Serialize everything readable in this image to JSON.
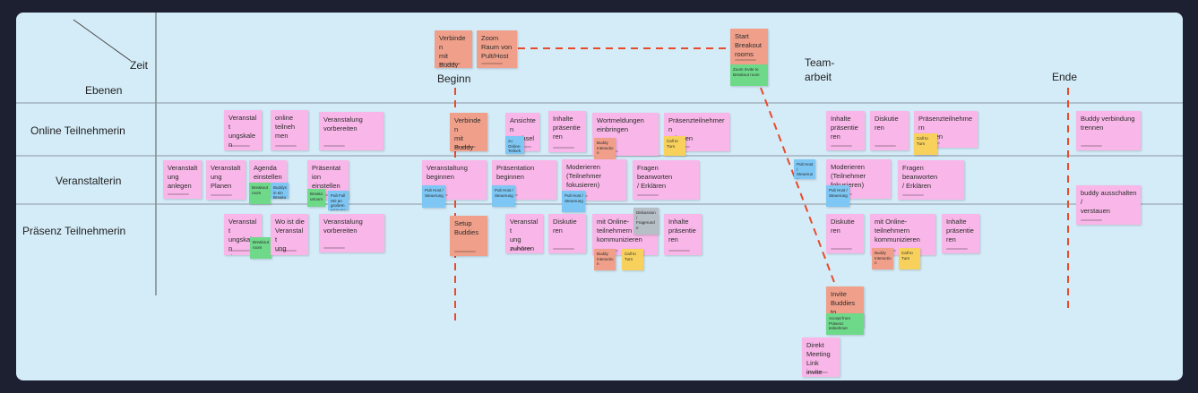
{
  "header": {
    "zeit": "Zeit",
    "ebenen": "Ebenen"
  },
  "lanes": [
    "Online Teilnehmerin",
    "Veranstalterin",
    "Präsenz Teilnehmerin"
  ],
  "phases": [
    "Beginn",
    "Team-\narbeit",
    "Ende"
  ],
  "notes": [
    {
      "t": "Verbinden\nmit Buddy",
      "c": "red",
      "s": false
    },
    {
      "t": "Zoom\nRaum von\nPult/Host",
      "c": "red",
      "s": false
    },
    {
      "t": "Start\nBreakout\nrooms",
      "c": "red",
      "s": false
    },
    {
      "t": "Zoom Invite to\nBreakout room",
      "c": "green",
      "s": true
    },
    {
      "t": "Veranstalt\nungskalen\nder",
      "c": "pink",
      "s": false
    },
    {
      "t": "online\nteilneh\nmen",
      "c": "pink",
      "s": false
    },
    {
      "t": "Veranstalung\nvorbereiten",
      "c": "pink",
      "s": false
    },
    {
      "t": "Verbinden\nmit Buddy",
      "c": "red",
      "s": false
    },
    {
      "t": "Ansichten\nwechseln",
      "c": "pink",
      "s": false
    },
    {
      "t": "zu Online-\nTeilnehmer",
      "c": "blue",
      "s": true
    },
    {
      "t": "Inhalte\npräsentie\nren",
      "c": "pink",
      "s": false
    },
    {
      "t": "Wortmeldungen\neinbringen",
      "c": "pink",
      "s": false
    },
    {
      "t": "Buddy\nInteraction",
      "c": "red",
      "s": true
    },
    {
      "t": "Präsenzteilnehmern\nzuhören",
      "c": "pink",
      "s": false
    },
    {
      "t": "Call to\nTurn",
      "c": "yellow",
      "s": true
    },
    {
      "t": "Inhalte\npräsentie\nren",
      "c": "pink",
      "s": false
    },
    {
      "t": "Diskutie\nren",
      "c": "pink",
      "s": false
    },
    {
      "t": "Präsenzteilnehmern\nzuhören",
      "c": "pink",
      "s": false
    },
    {
      "t": "Call to\nTurn",
      "c": "yellow",
      "s": true
    },
    {
      "t": "Buddy verbindung\ntrennen",
      "c": "pink",
      "s": false
    },
    {
      "t": "Veranstalt\nung\nanlegen",
      "c": "pink",
      "s": false
    },
    {
      "t": "Veranstalt\nung\nPlanen",
      "c": "pink",
      "s": false
    },
    {
      "t": "Agenda\neinstellen",
      "c": "pink",
      "s": false
    },
    {
      "t": "Breakoutroom",
      "c": "green",
      "s": true
    },
    {
      "t": "Buddys in ein\nBreakout",
      "c": "blue",
      "s": true
    },
    {
      "t": "Präsentat\nion\neinstellen",
      "c": "pink",
      "s": false
    },
    {
      "t": "Breakoutroom",
      "c": "green",
      "s": true
    },
    {
      "t": "Pult Full HD an\ngroßem Bildschirm",
      "c": "blue",
      "s": true
    },
    {
      "t": "Veranstaltung\nbeginnen",
      "c": "pink",
      "s": false
    },
    {
      "t": "Pult Host /\nSteuerung",
      "c": "blue",
      "s": true
    },
    {
      "t": "Präsentation\nbeginnen",
      "c": "pink",
      "s": false
    },
    {
      "t": "Pult Host /\nSteuerung",
      "c": "blue",
      "s": true
    },
    {
      "t": "Moderieren\n(Teilnehmer\nfokusieren)",
      "c": "pink",
      "s": false
    },
    {
      "t": "Pult Host /\nSteuerung",
      "c": "blue",
      "s": true
    },
    {
      "t": "Fragen beanworten\n/ Erklären",
      "c": "pink",
      "s": false
    },
    {
      "t": "Pult Host /\nSteuerung",
      "c": "blue",
      "s": true
    },
    {
      "t": "Moderieren\n(Teilnehmer\nfokusieren)",
      "c": "pink",
      "s": false
    },
    {
      "t": "Pult Host /\nSteuerung",
      "c": "blue",
      "s": true
    },
    {
      "t": "Fragen beanworten\n/ Erklären",
      "c": "pink",
      "s": false
    },
    {
      "t": "buddy ausschalten /\nverstauen",
      "c": "pink",
      "s": false
    },
    {
      "t": "Veranstalt\nungskalen\nder",
      "c": "pink",
      "s": false
    },
    {
      "t": "Breakoutroom",
      "c": "green",
      "s": true
    },
    {
      "t": "Wo ist die\nVeranstalt\nung",
      "c": "pink",
      "s": false
    },
    {
      "t": "Veranstalung\nvorbereiten",
      "c": "pink",
      "s": false
    },
    {
      "t": "Setup\nBuddies",
      "c": "red",
      "s": false
    },
    {
      "t": "Veranstalt\nung\nzuhören",
      "c": "pink",
      "s": false
    },
    {
      "t": "Diskutie\nren",
      "c": "pink",
      "s": false
    },
    {
      "t": "mit Online-\nteilnehmern\nkommunizieren",
      "c": "pink",
      "s": false
    },
    {
      "t": "Diskussion\n/ Fragerunde",
      "c": "gray",
      "s": true
    },
    {
      "t": "Buddy\nInteraction",
      "c": "red",
      "s": true
    },
    {
      "t": "Call to\nTurn",
      "c": "yellow",
      "s": true
    },
    {
      "t": "Inhalte\npräsentie\nren",
      "c": "pink",
      "s": false
    },
    {
      "t": "Diskutie\nren",
      "c": "pink",
      "s": false
    },
    {
      "t": "mit Online-\nteilnehmern\nkommunizieren",
      "c": "pink",
      "s": false
    },
    {
      "t": "Buddy\nInteraction",
      "c": "red",
      "s": true
    },
    {
      "t": "Call to\nTurn",
      "c": "yellow",
      "s": true
    },
    {
      "t": "Inhalte\npräsentie\nren",
      "c": "pink",
      "s": false
    },
    {
      "t": "Invite\nBuddies to\nBreakout",
      "c": "red",
      "s": false
    },
    {
      "t": "Accept from\nPräsenz teilnehmer",
      "c": "green",
      "s": true
    },
    {
      "t": "Direkt\nMeeting\nLink invite",
      "c": "pink",
      "s": false
    }
  ]
}
